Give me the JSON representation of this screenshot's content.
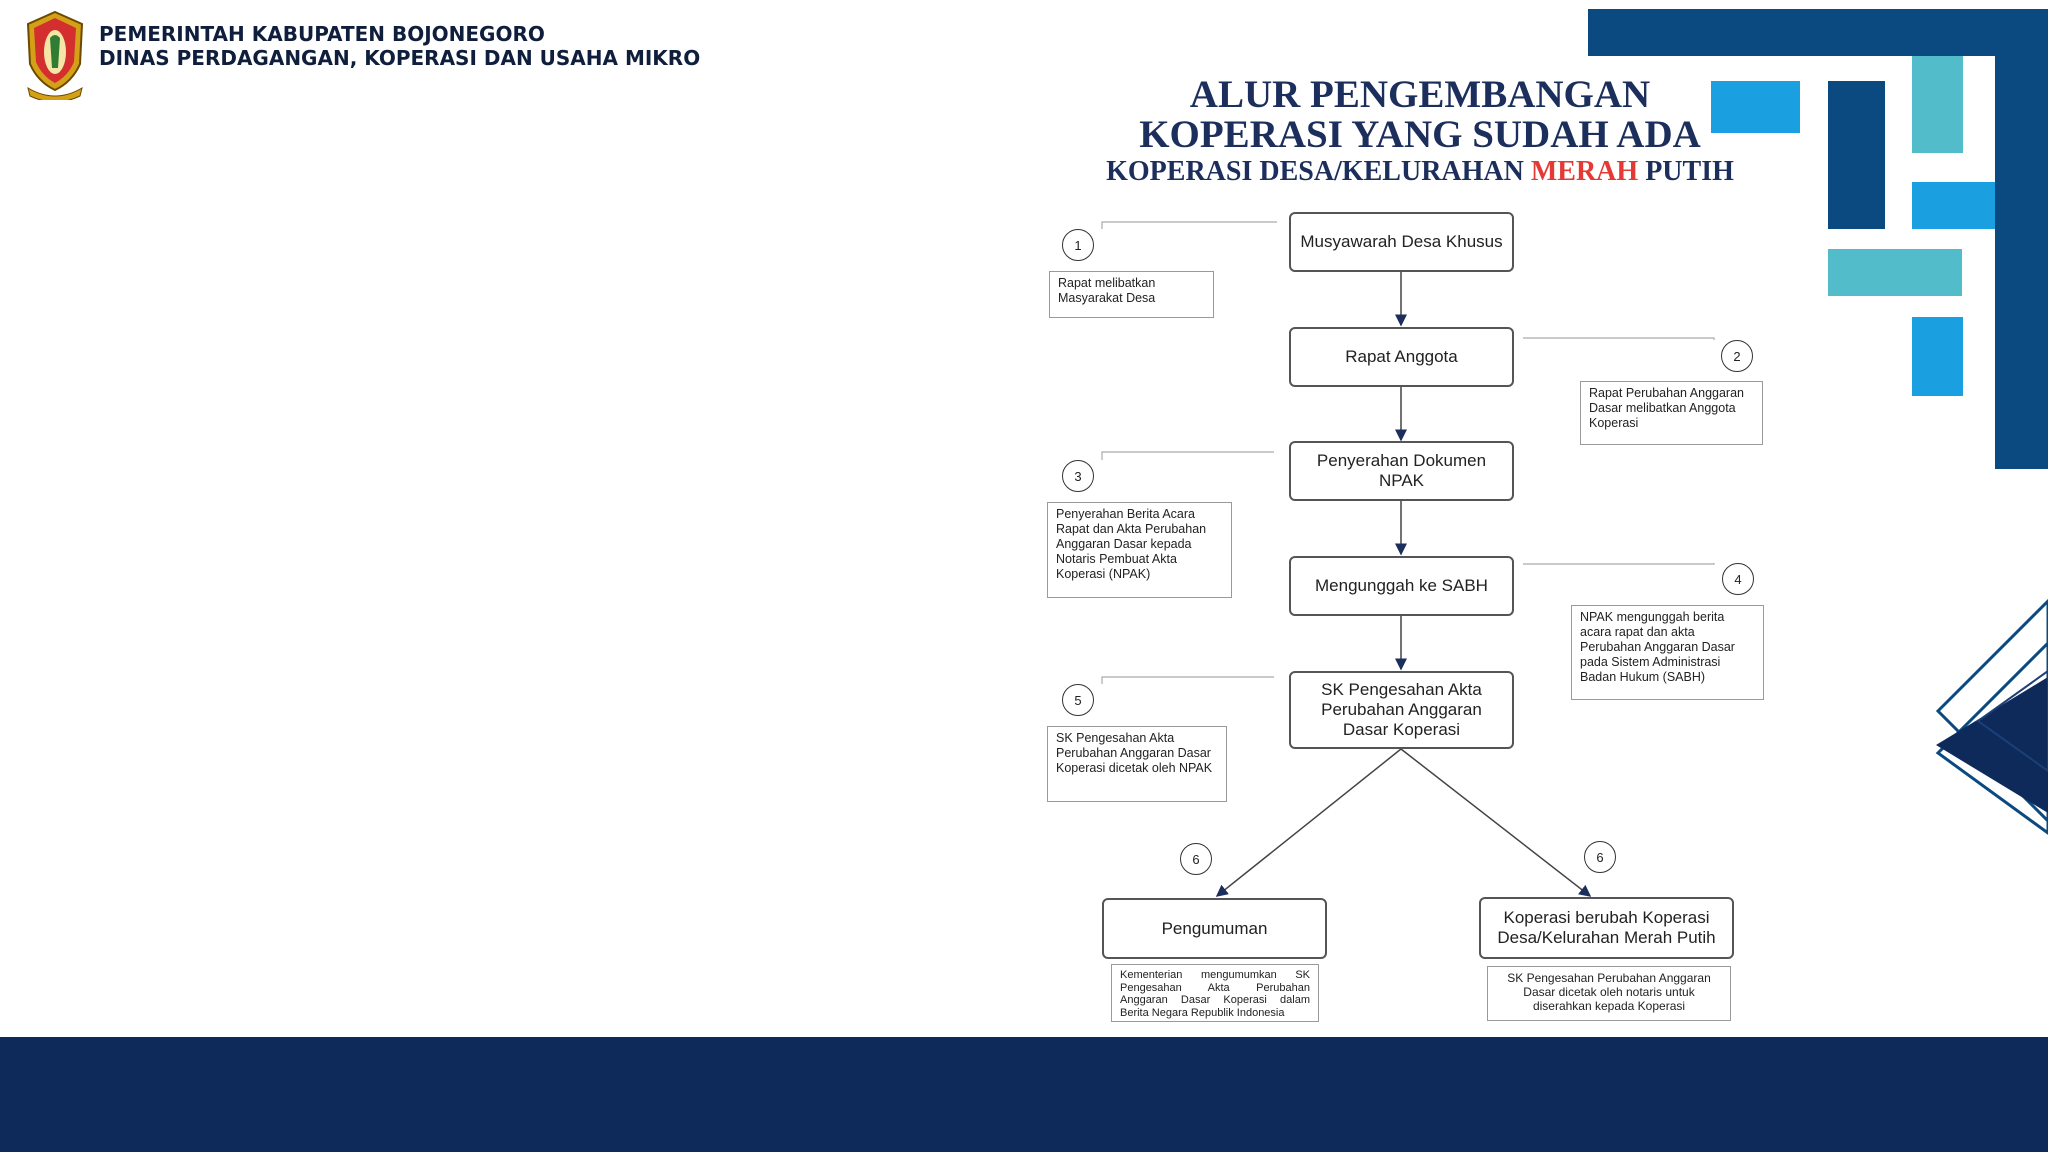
{
  "header": {
    "line1": "PEMERINTAH KABUPATEN BOJONEGORO",
    "line2": "DINAS PERDAGANGAN, KOPERASI DAN USAHA MIKRO"
  },
  "title": {
    "line1": "ALUR PENGEMBANGAN",
    "line2": "KOPERASI YANG SUDAH ADA",
    "line3_part1": "KOPERASI DESA/KELURAHAN ",
    "line3_highlight": "MERAH",
    "line3_part2": " PUTIH"
  },
  "flow": {
    "step1": "Musyawarah Desa Khusus",
    "step2": "Rapat Anggota",
    "step3": "Penyerahan Dokumen NPAK",
    "step4": "Mengunggah ke SABH",
    "step5": "SK Pengesahan Akta Perubahan Anggaran Dasar Koperasi",
    "step6a": "Pengumuman",
    "step6b": "Koperasi berubah Koperasi Desa/Kelurahan Merah Putih"
  },
  "notes": {
    "n1": "Rapat melibatkan Masyarakat Desa",
    "n2": "Rapat Perubahan Anggaran Dasar melibatkan Anggota Koperasi",
    "n3": "Penyerahan Berita Acara Rapat dan Akta Perubahan Anggaran Dasar kepada Notaris Pembuat Akta Koperasi (NPAK)",
    "n4": "NPAK mengunggah berita acara rapat dan akta Perubahan Anggaran Dasar pada Sistem Administrasi Badan Hukum (SABH)",
    "n5": "SK Pengesahan Akta Perubahan Anggaran Dasar Koperasi dicetak oleh NPAK",
    "n6a": "Kementerian mengumumkan SK Pengesahan Akta Perubahan Anggaran Dasar Koperasi dalam Berita Negara Republik Indonesia",
    "n6b": "SK Pengesahan Perubahan Anggaran Dasar dicetak oleh notaris untuk diserahkan kepada Koperasi"
  },
  "numbers": [
    "1",
    "2",
    "3",
    "4",
    "5",
    "6",
    "6"
  ],
  "colors": {
    "navy": "#0d2a5a",
    "blue": "#0b4a80",
    "cyan": "#1a9fe0",
    "teal": "#52bccb",
    "title": "#1c2e5c",
    "accent_red": "#e53935"
  }
}
